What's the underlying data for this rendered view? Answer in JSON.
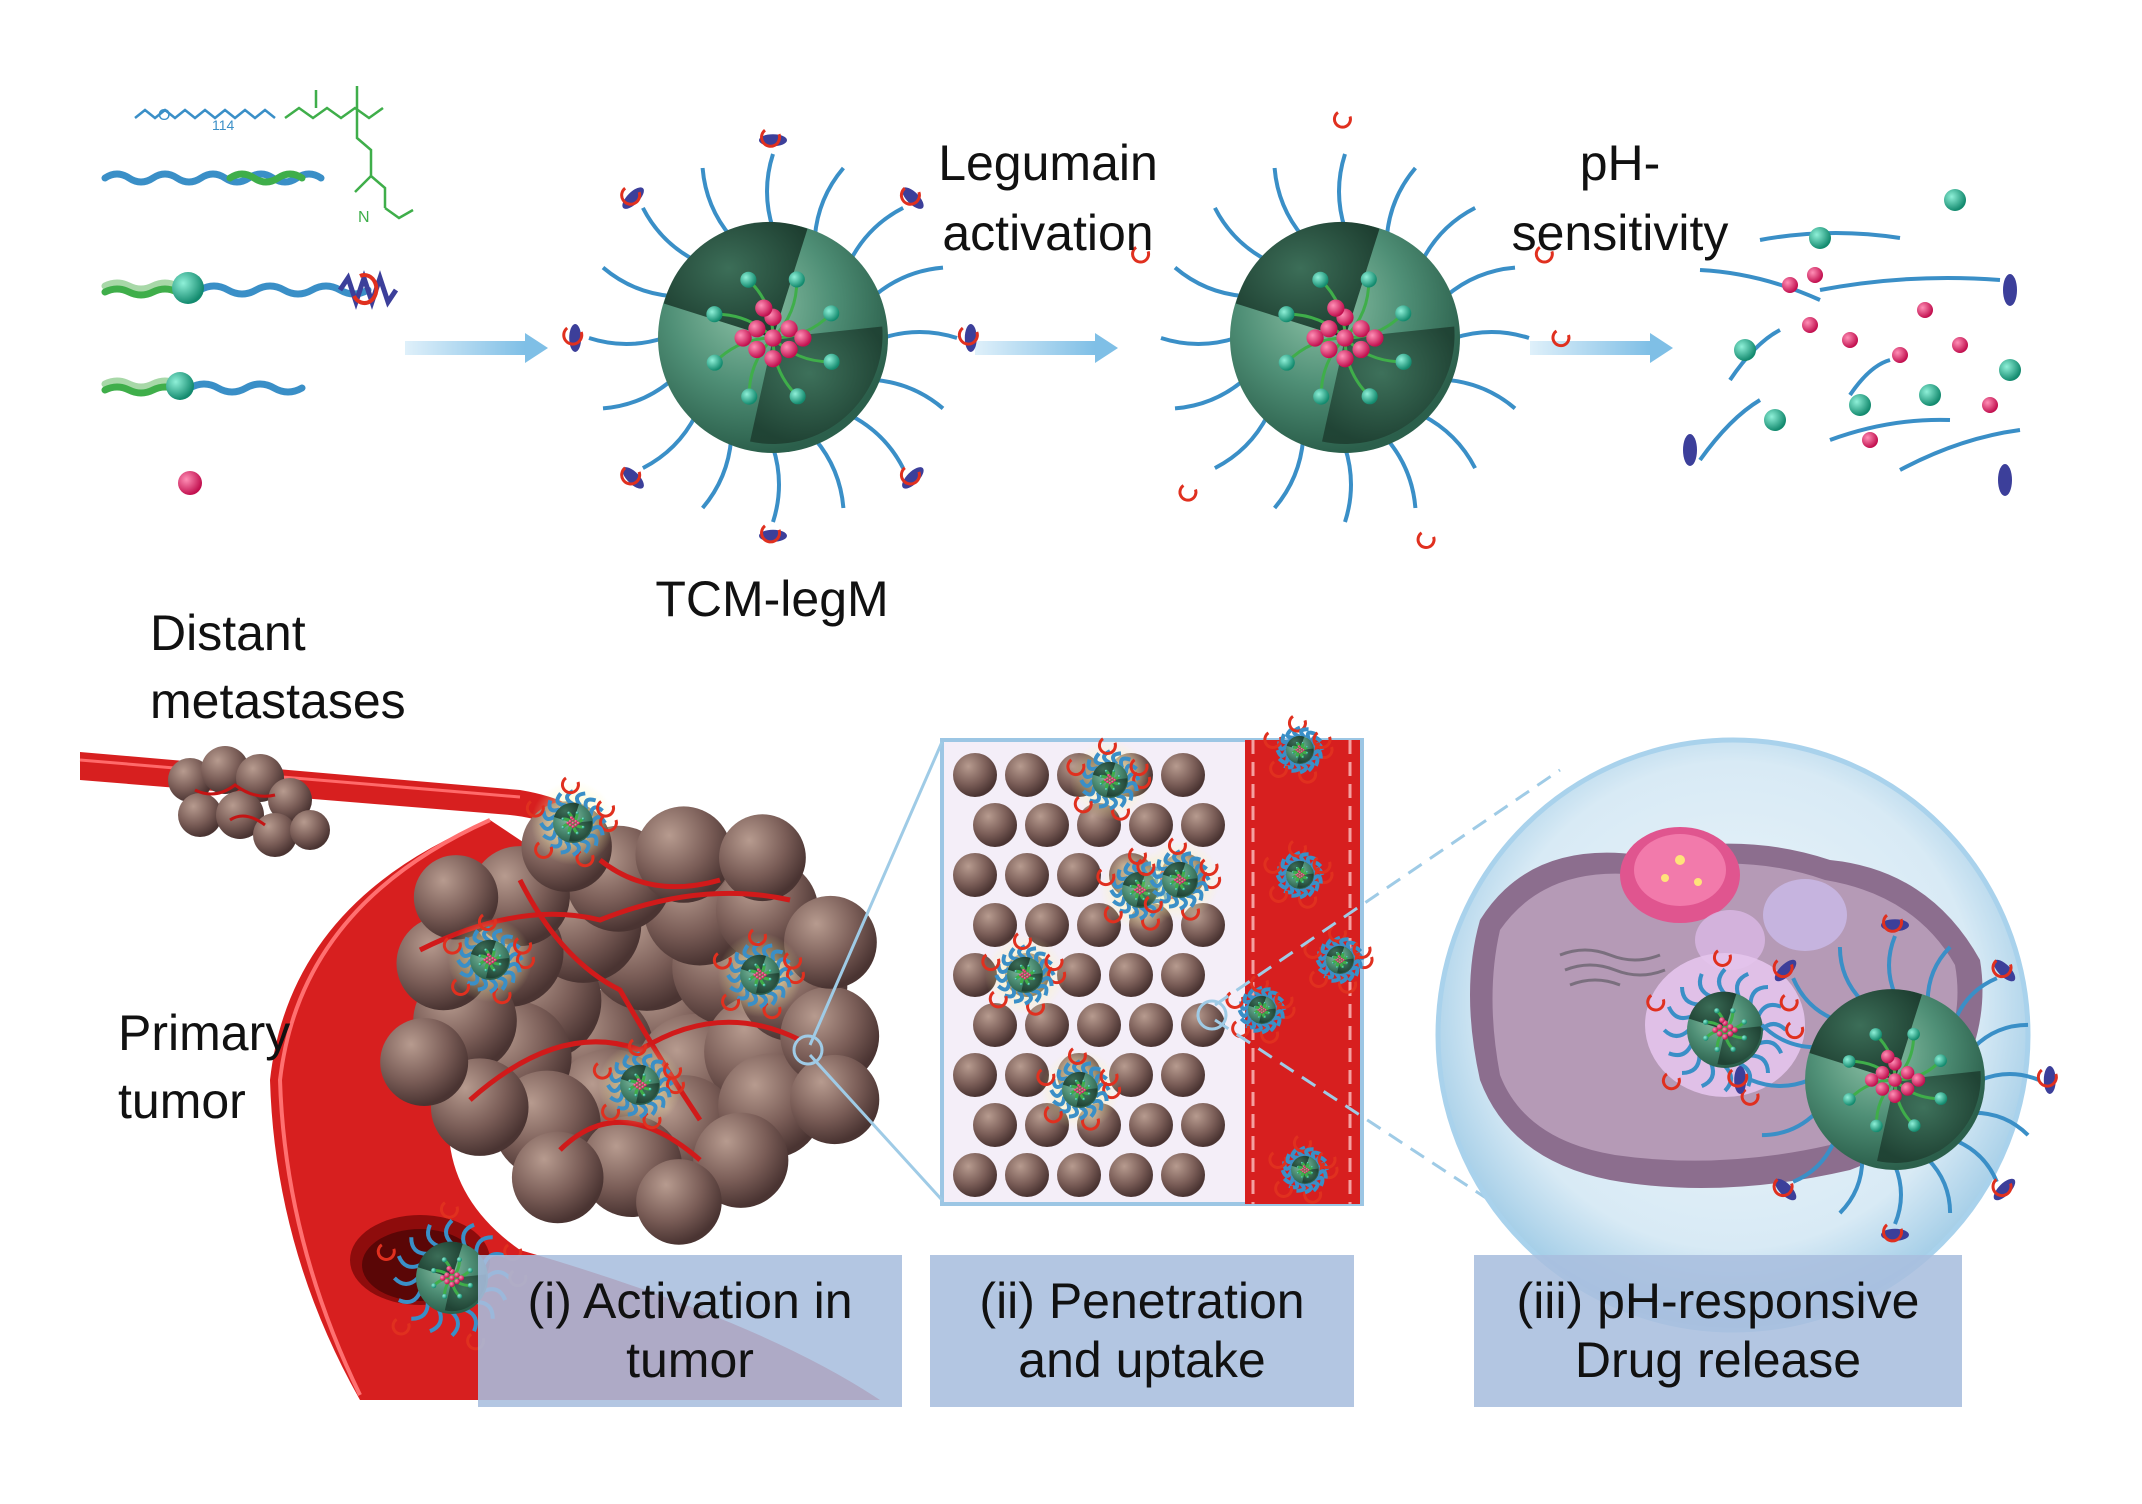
{
  "top_row": {
    "label_micelle": "TCM-legM",
    "label_legumain_line1": "Legumain",
    "label_legumain_line2": "activation",
    "label_ph_line1": "pH-",
    "label_ph_line2": "sensitivity",
    "formula_subscript": "114"
  },
  "bottom_row": {
    "label_distant_line1": "Distant",
    "label_distant_line2": "metastases",
    "label_primary_line1": "Primary",
    "label_primary_line2": "tumor",
    "step1_line1": "(i) Activation in",
    "step1_line2": "tumor",
    "step2_line1": "(ii) Penetration",
    "step2_line2": "and uptake",
    "step3_line1": "(iii) pH-responsive",
    "step3_line2": "Drug release"
  },
  "colors": {
    "peg": "#3a8fc7",
    "polymer": "#3fae4a",
    "shell": "#4f8f76",
    "drug": "#d81b63",
    "vessel": "#d71f1f",
    "tumor": "#7a5d57",
    "arrow": "#9fd0ec",
    "caption_bg": "#a8bede"
  },
  "icons": [
    "peg-chain-icon",
    "micelle-icon",
    "drug-molecule-icon",
    "blood-vessel-icon",
    "tumor-cell-icon"
  ]
}
